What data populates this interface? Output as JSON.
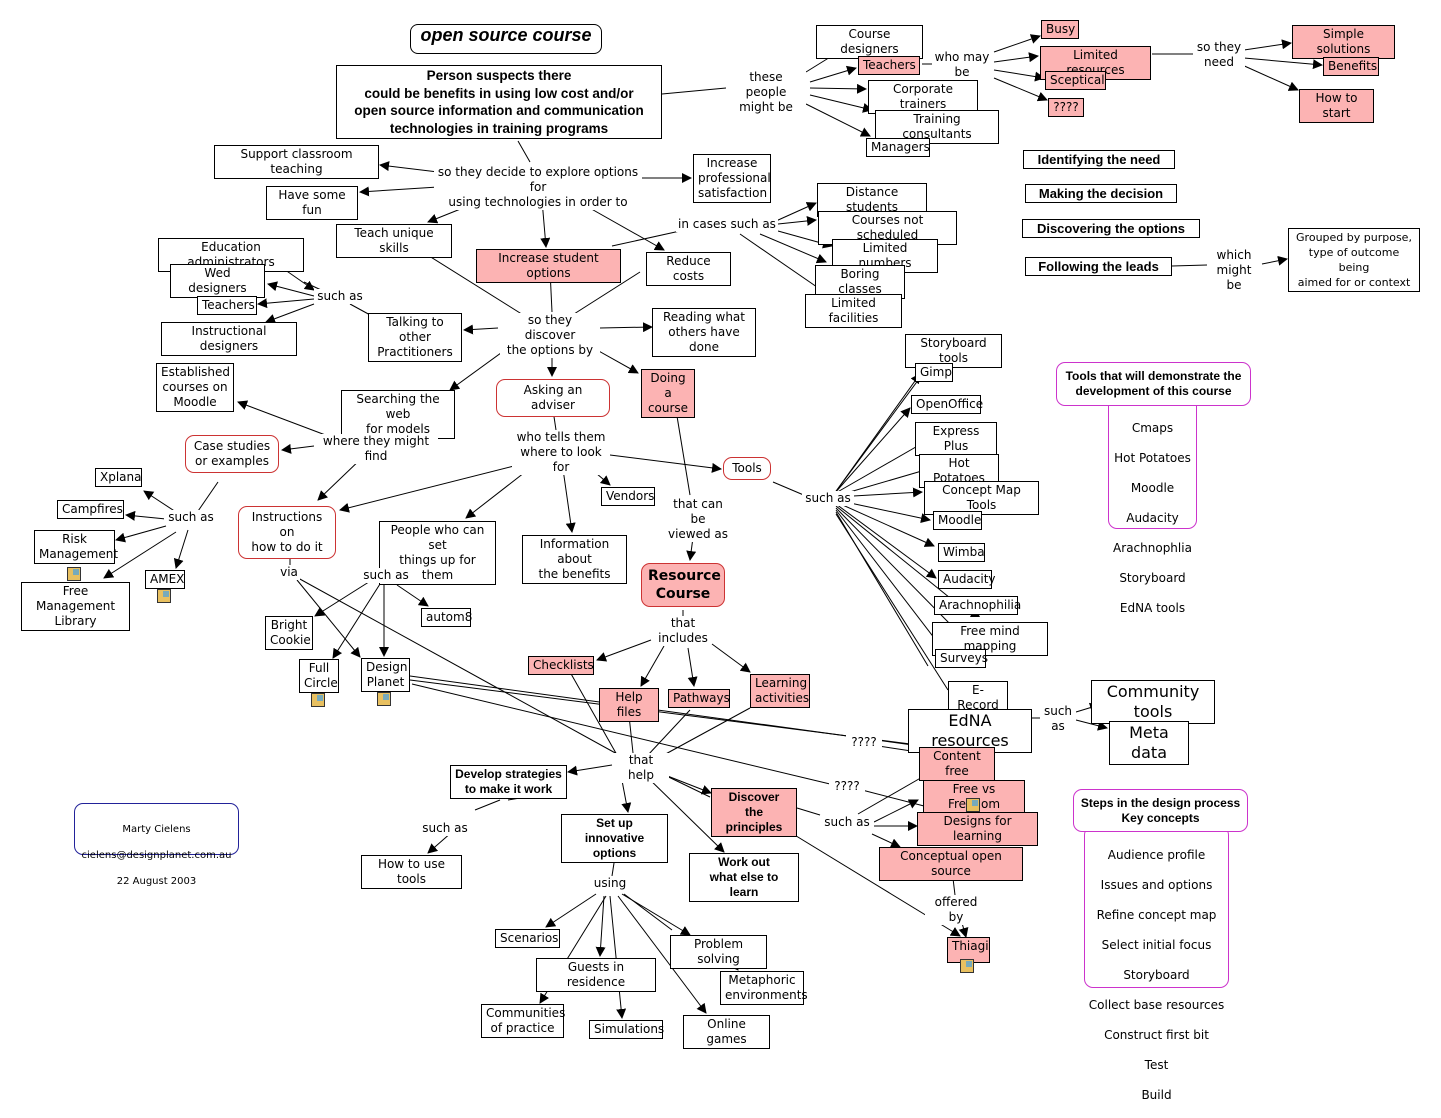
{
  "map_title": "open source course",
  "root": "Person suspects there\ncould be benefits in using low cost and/or\nopen source information and communication\ntechnologies in training programs",
  "people": {
    "link": "these people\nmight be",
    "items": [
      "Course designers",
      "Teachers",
      "Corporate trainers",
      "Training consultants",
      "Managers"
    ],
    "who_may_be": "who may\nbe",
    "states": [
      "Busy",
      "Limited resources",
      "Sceptical",
      "????"
    ],
    "so_they_need": "so they\nneed",
    "needs": [
      "Simple solutions",
      "Benefits",
      "How to start"
    ]
  },
  "phases": [
    "Identifying the need",
    "Making the decision",
    "Discovering the options",
    "Following the leads"
  ],
  "which_might_be": "which\nmight be",
  "grouped": "Grouped by purpose,\ntype of outcome being\naimed for or context",
  "explore": {
    "link": "so they decide to explore options for\nusing technologies in order to",
    "items": [
      "Support classroom teaching",
      "Have some fun",
      "Increase\nprofessional\nsatisfaction",
      "Teach unique skills",
      "Increase student options",
      "Reduce costs"
    ]
  },
  "cases": {
    "link": "in cases such as",
    "items": [
      "Distance students",
      "Courses not scheduled",
      "Limited numbers",
      "Boring classes",
      "Limited facilities"
    ]
  },
  "practitioners": {
    "such_as": "such as",
    "items": [
      "Education administrators",
      "Wed  designers",
      "Teachers",
      "Instructional designers"
    ],
    "node": "Talking to other\nPractitioners"
  },
  "discover": {
    "link": "so they discover\nthe options by",
    "reading": "Reading what\nothers have done",
    "searching": "Searching the web\nfor models",
    "adviser": "Asking an adviser",
    "course": "Doing a\ncourse"
  },
  "where_find": {
    "link": "where they might find",
    "established": "Established\ncourses on\nMoodle",
    "cases": "Case studies\nor examples",
    "such_as": "such as",
    "examples": [
      "Xplana",
      "Campfires",
      "Risk\nManagement",
      "Free Management\nLibrary",
      "AMEX"
    ]
  },
  "adviser_tells": {
    "link": "who tells them\nwhere to look for",
    "instructions": "Instructions on\nhow to do it",
    "people": "People who can set\nthings up for them",
    "info": "Information about\nthe benefits",
    "vendors": "Vendors",
    "tools": "Tools"
  },
  "via": "via",
  "people_such_as": "such as",
  "setup_items": [
    "Bright\nCookie",
    "Full\nCircle",
    "Design\nPlanet",
    "autom8"
  ],
  "viewed_as": "that can be\nviewed as",
  "resource_course": "Resource\nCourse",
  "includes": {
    "link": "that\nincludes",
    "items": [
      "Checklists",
      "Help files",
      "Pathways",
      "Learning\nactivities"
    ]
  },
  "tools_such_as": "such as",
  "tools": [
    "Storyboard tools",
    "Gimp",
    "OpenOffice",
    "Express Plus",
    "Hot Potatoes",
    "Concept Map Tools",
    "Moodle",
    "Wimba",
    "Audacity",
    "Arachnophilia",
    "Free mind mapping",
    "Surveys",
    "E-Record",
    "EdNA resources"
  ],
  "edna": {
    "such_as": "such\nas",
    "items": [
      "Community tools",
      "Meta data"
    ]
  },
  "demo_tools": {
    "title": "Tools that will demonstrate the\ndevelopment of this course",
    "items": [
      "Cmaps",
      "Hot Potatoes",
      "Moodle",
      "Audacity",
      "Arachnophlia",
      "Storyboard",
      "EdNA tools"
    ]
  },
  "help": {
    "link": "that help",
    "develop": "Develop strategies\nto make it work",
    "develop_such_as": "such as",
    "how_to_use": "How to use tools",
    "setup": "Set up innovative\noptions",
    "work_out": "Work out\nwhat else to learn",
    "discover": "Discover\nthe principles"
  },
  "using": {
    "link": "using",
    "items": [
      "Scenarios",
      "Guests in residence",
      "Communities\nof practice",
      "Simulations",
      "Problem solving",
      "Metaphoric\nenvironments",
      "Online games"
    ]
  },
  "principles": {
    "q1": "????",
    "q2": "????",
    "such_as": "such as",
    "items": [
      "Content free",
      "Free vs Freedom",
      "Designs for learning",
      "Conceptual open source"
    ],
    "offered_by": "offered by",
    "thiagi": "Thiagi"
  },
  "steps": {
    "title": "Steps in the design process\nKey concepts",
    "items": [
      "Audience profile",
      "Issues and options",
      "Refine concept map",
      "Select initial focus",
      "Storyboard",
      "Collect base resources",
      "Construct first bit",
      "Test",
      "Build"
    ]
  },
  "author": {
    "name": "Marty Cielens",
    "email": "cielens@designplanet.com.au",
    "date": "22 August 2003"
  },
  "colors": {
    "highlight": "#fcb3b3",
    "rounded_border": "#cc3333",
    "legend_border": "#cc33cc",
    "author_border": "#222299"
  }
}
